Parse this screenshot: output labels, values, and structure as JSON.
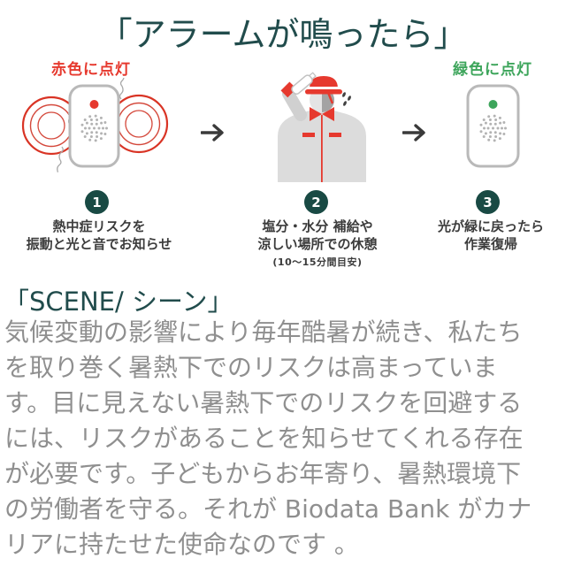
{
  "page": {
    "title": "「アラームが鳴ったら」"
  },
  "steps": [
    {
      "number": "1",
      "status_label": "赤色に点灯",
      "caption_lines": [
        "熱中症リスクを",
        "振動と光と音でお知らせ"
      ],
      "note": ""
    },
    {
      "number": "2",
      "status_label": "",
      "caption_lines": [
        "塩分・水分 補給や",
        "涼しい場所での休憩"
      ],
      "note": "(10〜15分間目安)"
    },
    {
      "number": "3",
      "status_label": "緑色に点灯",
      "caption_lines": [
        "光が緑に戻ったら",
        "作業復帰"
      ],
      "note": ""
    }
  ],
  "scene": {
    "heading": "「SCENE/ シーン」",
    "body_lines": [
      "気候変動の影響により毎年酷暑が続き、私たち",
      "を取り巻く暑熱下でのリスクは高まっていま",
      "す。目に見えない暑熱下でのリスクを回避する",
      "には、リスクがあることを知らせてくれる存在",
      "が必要です。子どもからお年寄り、暑熱環境下",
      "の労働者を守る。それが Biodata Bank がカナ",
      "リアに持たせた使命なのです 。"
    ]
  },
  "icons": {
    "arrow_right": "→",
    "red_led": "●",
    "green_led": "●",
    "sound_waves": "concentric-circles",
    "vibration": "squiggle-lines",
    "speaker": "dot-grille"
  },
  "colors": {
    "heading_teal": "#214c4c",
    "badge_teal": "#194a44",
    "alert_red": "#e6392e",
    "ok_green": "#3da55b",
    "device_border": "#b9b9b9",
    "caption_text": "#3c3c3c",
    "body_text": "#8f8f8f",
    "arrow": "#3a3a3a"
  }
}
